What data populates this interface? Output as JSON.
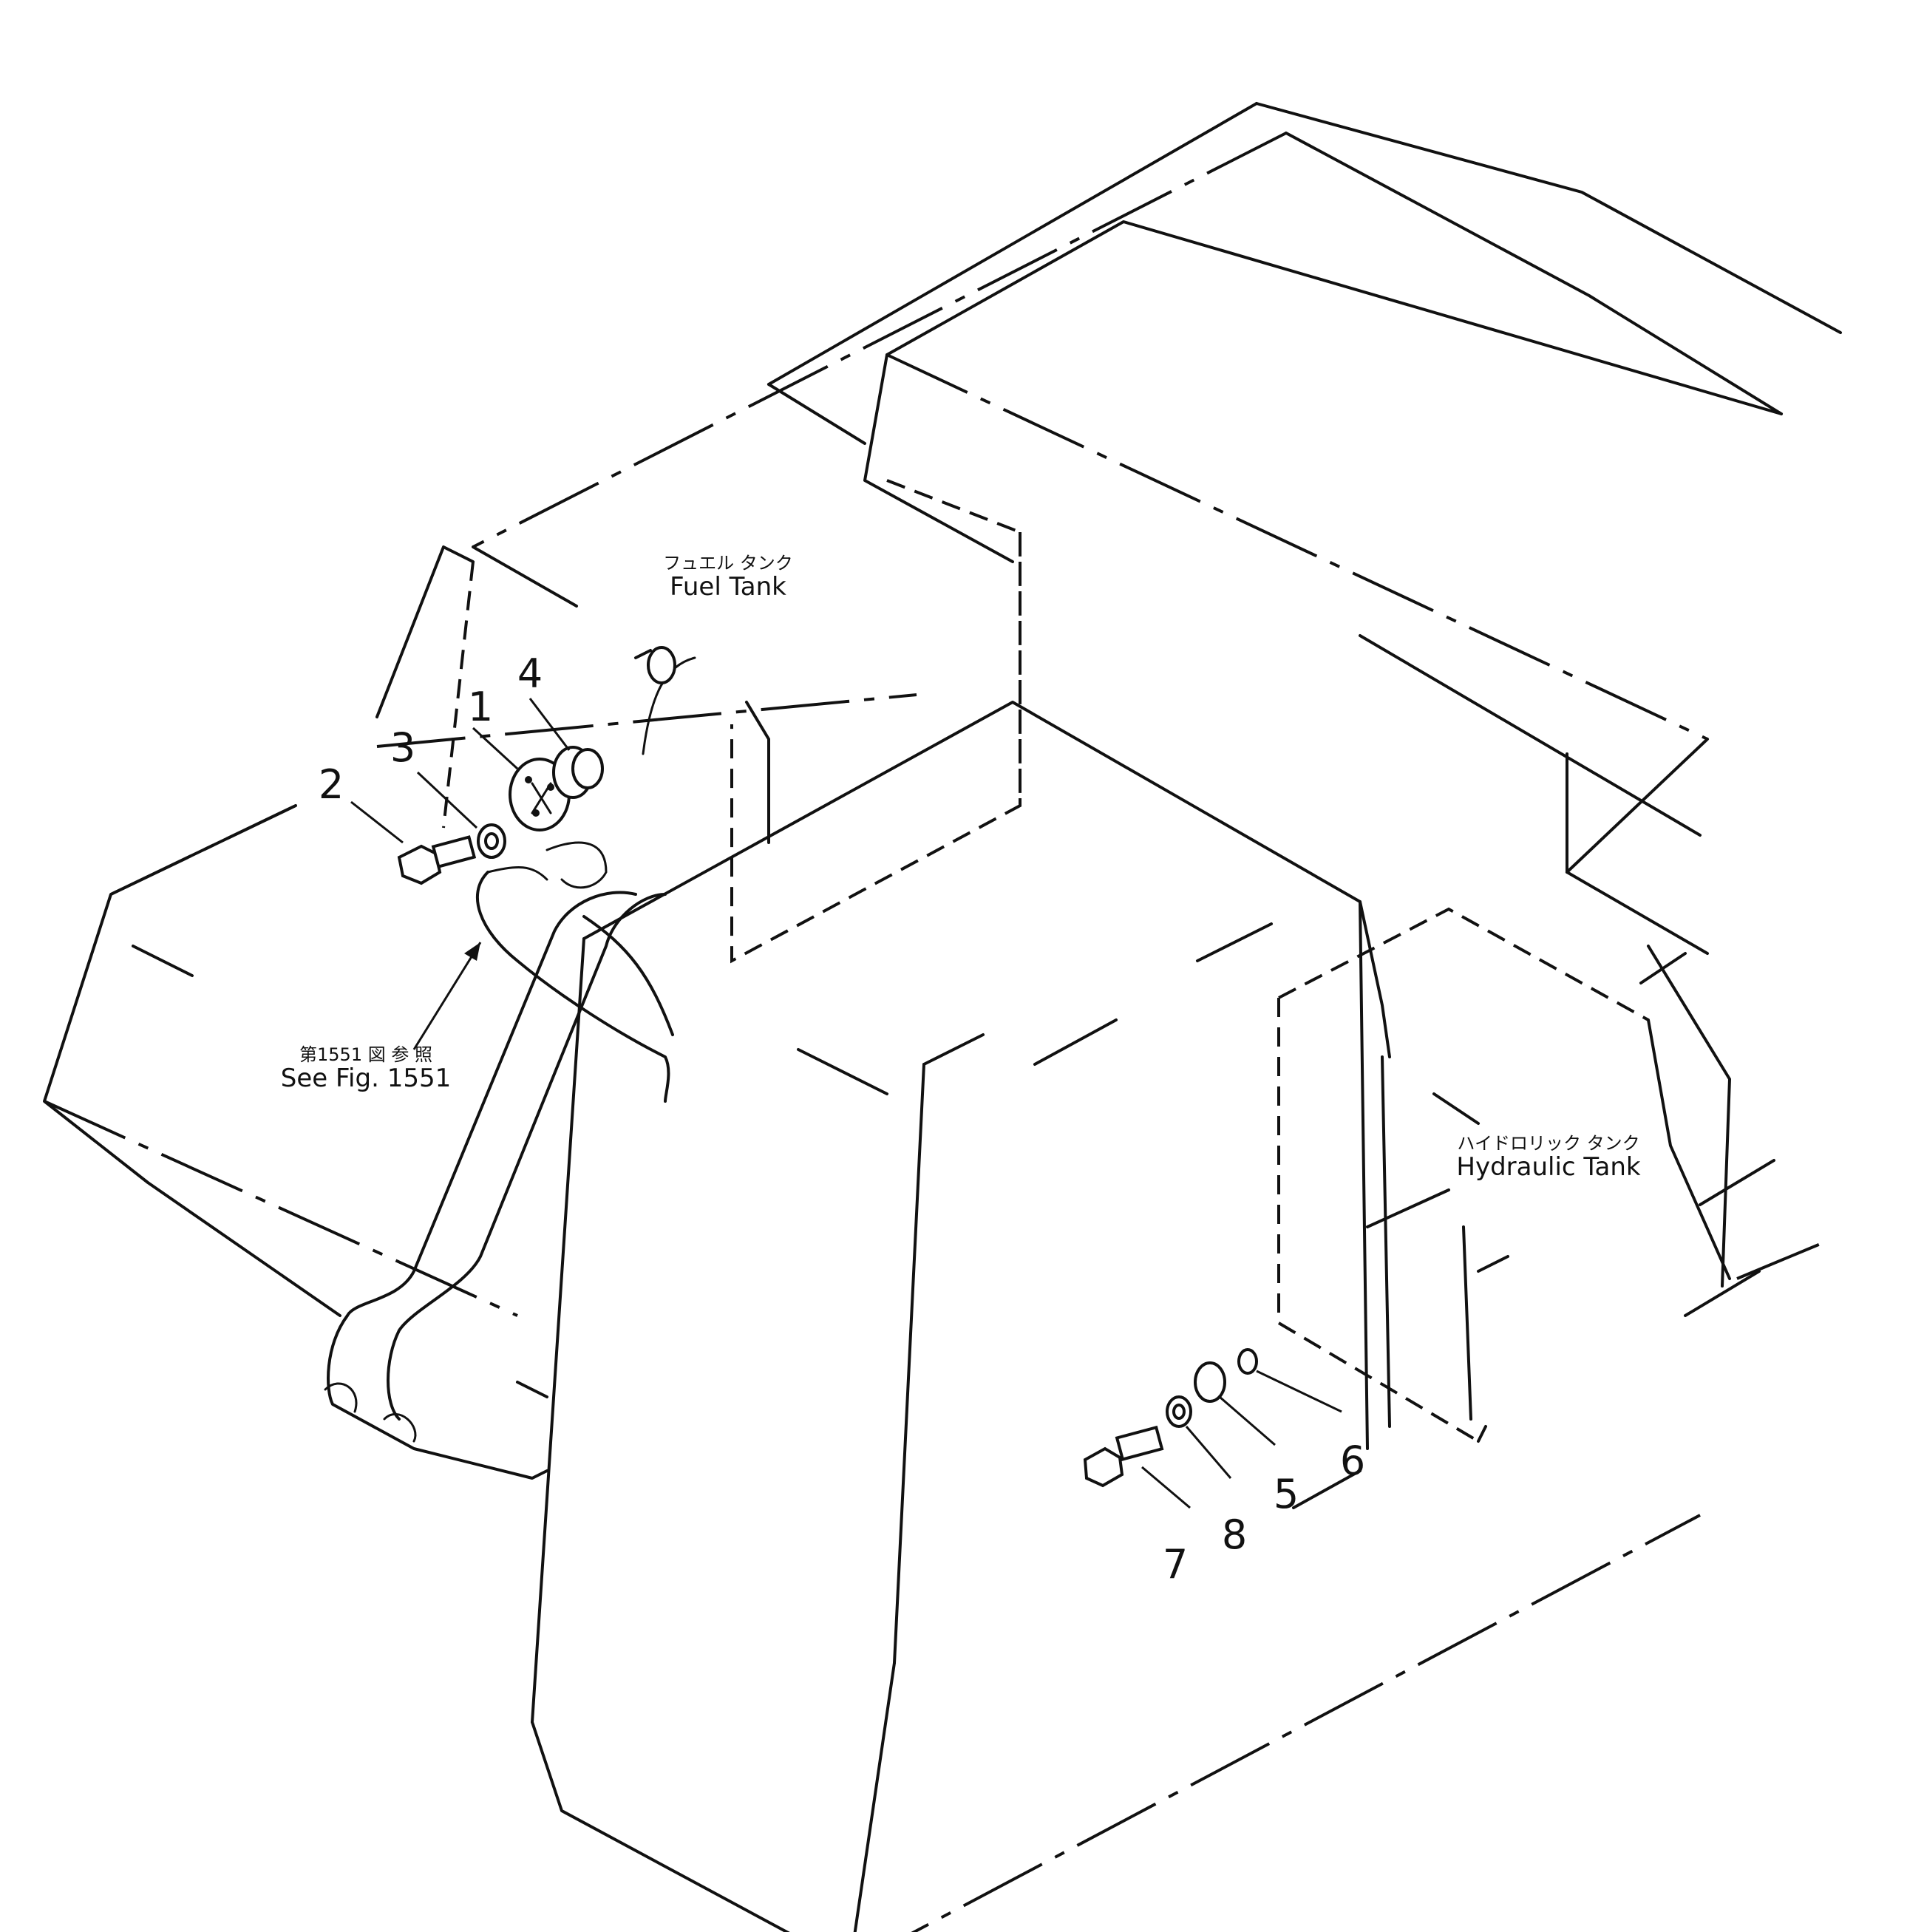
{
  "labels": {
    "fuel_tank_jp": "フュエル タンク",
    "fuel_tank_en": "Fuel Tank",
    "hydraulic_tank_jp": "ハイドロリック タンク",
    "hydraulic_tank_en": "Hydraulic Tank",
    "see_fig_jp": "第1551 図 参 照",
    "see_fig_en": "See Fig. 1551"
  },
  "callouts": [
    "1",
    "2",
    "3",
    "4",
    "5",
    "6",
    "7",
    "8"
  ]
}
